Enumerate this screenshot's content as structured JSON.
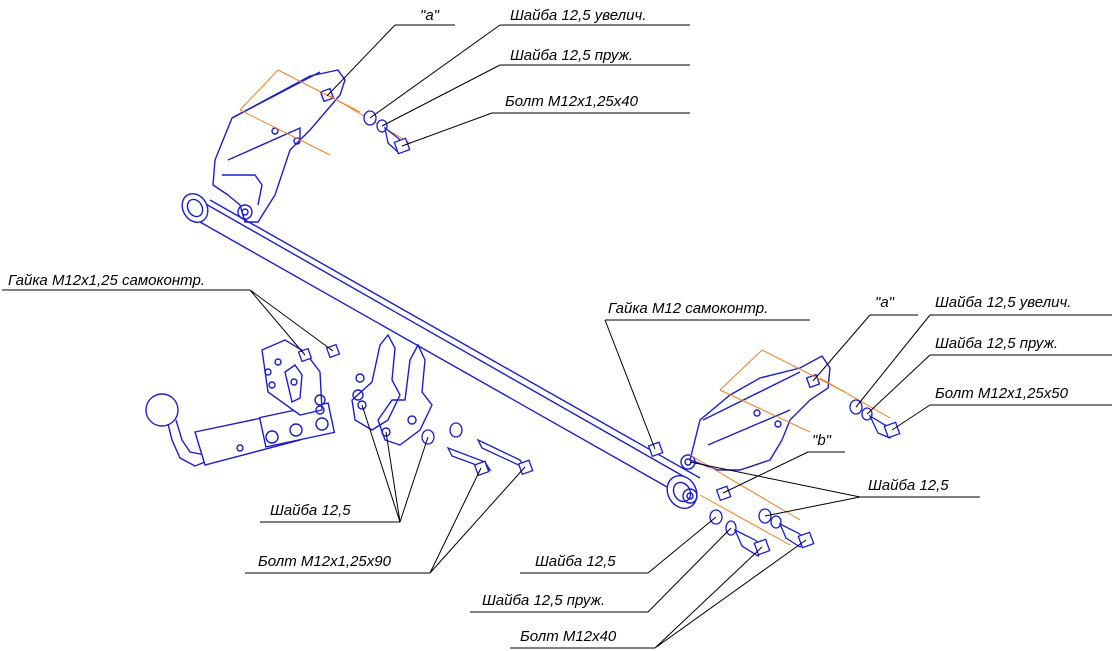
{
  "colors": {
    "part_lines": "#1c1ccf",
    "axis_lines": "#f08020",
    "leader_lines": "#000000",
    "background": "#ffffff"
  },
  "labels": {
    "a_top": "\"a\"",
    "washer_enlarged_top": "Шайба  12,5 увелич.",
    "washer_spring_top": "Шайба  12,5 пруж.",
    "bolt_top": "Болт M12x1,25x40",
    "nut_self_locking_left": "Гайка M12x1,25 самоконтр.",
    "nut_self_locking_mid": "Гайка M12  самоконтр.",
    "a_right": "\"a\"",
    "washer_enlarged_right": "Шайба  12,5 увелич.",
    "washer_spring_right": "Шайба  12,5 пруж.",
    "bolt_right": "Болт M12x1,25x50",
    "b_right": "\"b\"",
    "washer_right": "Шайба  12,5",
    "washer_left": "Шайба  12,5",
    "bolt_left": "Болт M12x1,25x90",
    "washer_bottom": "Шайба  12,5",
    "washer_spring_bottom": "Шайба  12,5 пруж.",
    "bolt_bottom": "Болт M12x40"
  }
}
